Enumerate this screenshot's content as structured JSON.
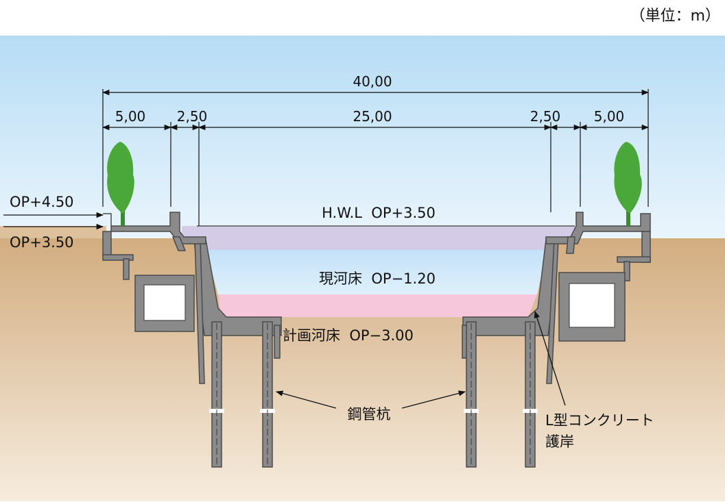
{
  "unit_label": "（単位：m）",
  "dimensions": {
    "total": "40,00",
    "left_sidewalk": "5,00",
    "left_slope": "2,50",
    "channel": "25,00",
    "right_slope": "2,50",
    "right_sidewalk": "5,00"
  },
  "levels": {
    "ground": "OP+4.50",
    "hwl_left": "OP+3.50",
    "hwl": "H.W.L  OP+3.50",
    "current_bed": "現河床  OP−1.20",
    "planned_bed": "計画河床  OP−3.00"
  },
  "callouts": {
    "steel_pipe_pile": "鋼管杭",
    "l_wall_line1": "L型コンクリート",
    "l_wall_line2": "護岸"
  },
  "colors": {
    "sky": "#cde6f7",
    "soil": "#dcc19c",
    "high_water": "#d4cbe6",
    "water": "#cde6fa",
    "planned_bed": "#f6c6da",
    "concrete": "#8a8a8a",
    "tree": "#4aa83a"
  },
  "icons": [
    "tree-icon",
    "box-culvert-icon",
    "steel-pipe-pile-icon"
  ]
}
